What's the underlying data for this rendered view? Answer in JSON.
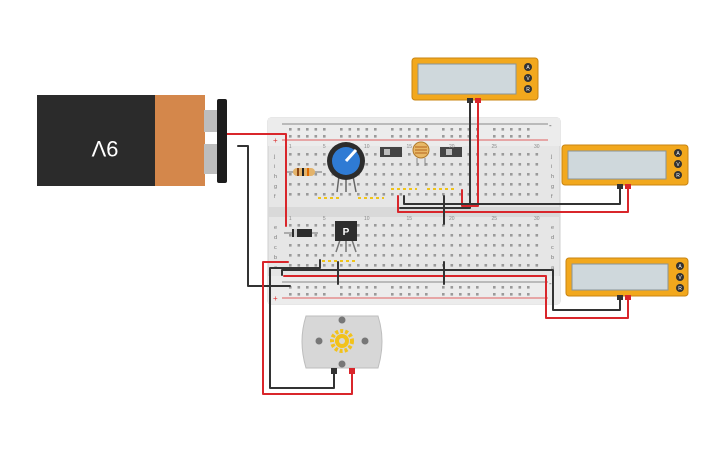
{
  "battery": {
    "label": "9V",
    "body_color": "#2b2b2b",
    "label_color": "#d4874b"
  },
  "breadboard": {
    "column_numbers": [
      "1",
      "5",
      "10",
      "15",
      "20",
      "25",
      "30"
    ],
    "row_letters_top": [
      "j",
      "i",
      "h",
      "g",
      "f"
    ],
    "row_letters_bottom": [
      "e",
      "d",
      "c",
      "b",
      "a"
    ],
    "rail_plus": "+",
    "rail_minus": "-"
  },
  "transistor": {
    "label": "P",
    "color": "#2d2d2d"
  },
  "motor": {
    "body_color": "#d7d7d7",
    "gear_color": "#f2c21b"
  },
  "multimeters": [
    {
      "name": "multimeter-top",
      "buttons": [
        "A",
        "V",
        "R"
      ]
    },
    {
      "name": "multimeter-right-upper",
      "buttons": [
        "A",
        "V",
        "R"
      ]
    },
    {
      "name": "multimeter-right-lower",
      "buttons": [
        "A",
        "V",
        "R"
      ]
    }
  ],
  "colors": {
    "wire_red": "#d9262b",
    "wire_black": "#333333",
    "multimeter_frame": "#f2a81d",
    "multimeter_screen": "#cfd8dc",
    "potentiometer": "#2f7bd4",
    "led_pad": "#f0c419"
  }
}
